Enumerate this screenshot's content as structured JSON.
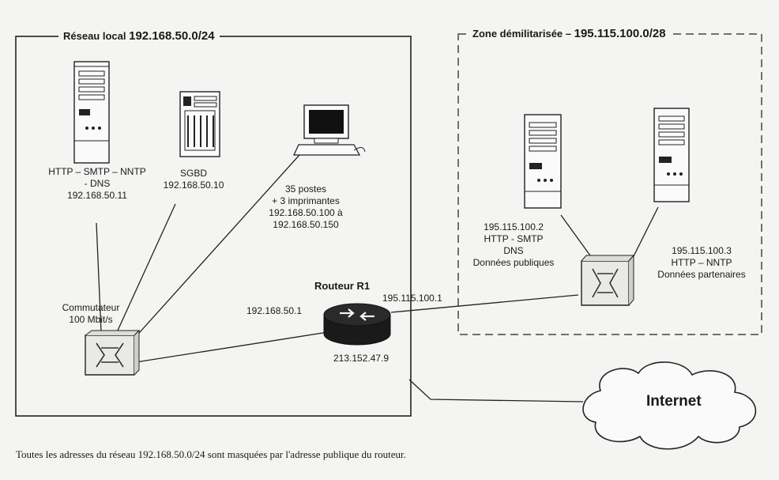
{
  "zones": {
    "lan": {
      "title_prefix": "Réseau local",
      "title_ip": "192.168.50.0/24"
    },
    "dmz": {
      "title_prefix": "Zone démilitarisée –",
      "title_ip": "195.115.100.0/28"
    }
  },
  "devices": {
    "server_http": {
      "lines": [
        "HTTP – SMTP – NNTP",
        "- DNS",
        "192.168.50.11"
      ]
    },
    "sgbd": {
      "lines": [
        "SGBD",
        "192.168.50.10"
      ]
    },
    "workstations": {
      "lines": [
        "35 postes",
        "+ 3 imprimantes",
        "192.168.50.100 à",
        "192.168.50.150"
      ]
    },
    "switch_lan": {
      "lines": [
        "Commutateur",
        "100 Mbit/s"
      ]
    },
    "router": {
      "name": "Routeur R1",
      "lan_ip": "192.168.50.1",
      "dmz_ip": "195.115.100.1",
      "wan_ip": "213.152.47.9"
    },
    "dmz_server_1": {
      "lines": [
        "195.115.100.2",
        "HTTP - SMTP",
        "DNS",
        "Données publiques"
      ]
    },
    "dmz_server_2": {
      "lines": [
        "195.115.100.3",
        "HTTP –  NNTP",
        "Données partenaires"
      ]
    },
    "internet": {
      "label": "Internet"
    }
  },
  "footnote": "Toutes les adresses du réseau 192.168.50.0/24 sont masquées par l'adresse publique du routeur."
}
